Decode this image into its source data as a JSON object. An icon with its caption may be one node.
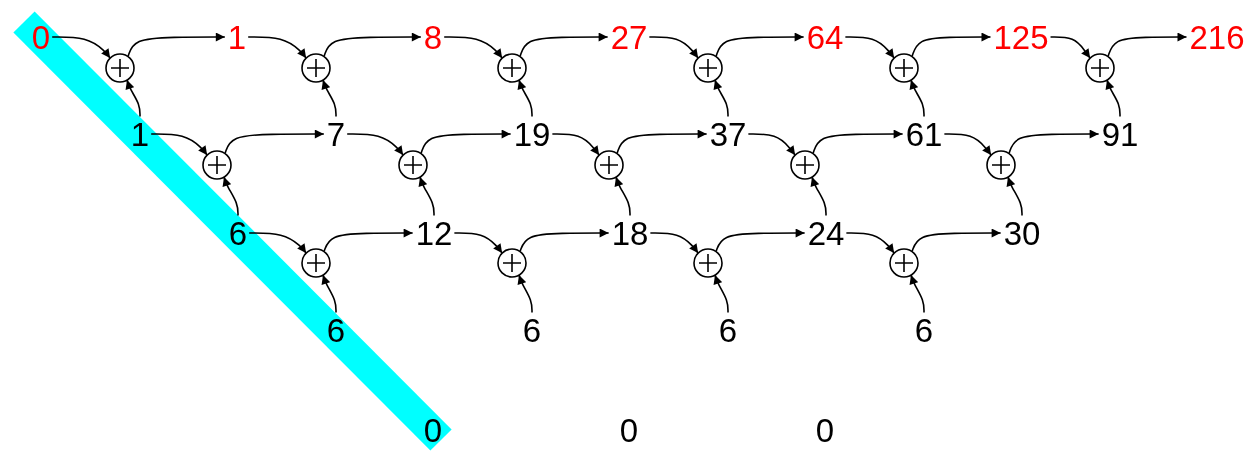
{
  "diagram": {
    "nodes": [
      {
        "text": [
          "0"
        ]
      },
      {
        "text": [
          "1"
        ]
      },
      {
        "text": [
          "8"
        ]
      },
      {
        "text": [
          "27"
        ]
      },
      {
        "text": [
          "64"
        ]
      },
      {
        "text": [
          "125"
        ]
      },
      {
        "text": [
          "216"
        ]
      },
      {
        "text": [],
        "shape": "circle"
      },
      {
        "text": [],
        "shape": "circle"
      },
      {
        "text": [],
        "shape": "circle"
      },
      {
        "text": [],
        "shape": "circle"
      },
      {
        "text": [],
        "shape": "circle"
      },
      {
        "text": [],
        "shape": "circle"
      },
      {
        "text": [
          "1"
        ]
      },
      {
        "text": [
          "7"
        ]
      },
      {
        "text": [
          "19"
        ]
      },
      {
        "text": [
          "37"
        ]
      },
      {
        "text": [
          "61"
        ]
      },
      {
        "text": [
          "91"
        ]
      },
      {
        "text": [],
        "shape": "circle"
      },
      {
        "text": [],
        "shape": "circle"
      },
      {
        "text": [],
        "shape": "circle"
      },
      {
        "text": [],
        "shape": "circle"
      },
      {
        "text": [],
        "shape": "circle"
      },
      {
        "text": [
          "6"
        ]
      },
      {
        "text": [
          "12"
        ]
      },
      {
        "text": [
          "18"
        ]
      },
      {
        "text": [
          "24"
        ]
      },
      {
        "text": [
          "30"
        ]
      },
      {
        "text": [],
        "shape": "circle"
      },
      {
        "text": [],
        "shape": "circle"
      },
      {
        "text": [],
        "shape": "circle"
      },
      {
        "text": [],
        "shape": "circle"
      },
      {
        "text": [
          "6"
        ]
      },
      {
        "text": [
          "6"
        ]
      },
      {
        "text": [
          "6"
        ]
      },
      {
        "text": [
          "6"
        ]
      },
      {
        "text": [
          "0"
        ]
      },
      {
        "text": [
          "0"
        ]
      },
      {
        "text": [
          "0"
        ]
      }
    ],
    "edges": [
      {
        "from": 0,
        "to": 7,
        "arrow": "to"
      },
      {
        "from": 7,
        "to": 1,
        "arrow": "to"
      },
      {
        "from": 13,
        "to": 7,
        "arrow": "to"
      },
      {
        "from": 1,
        "to": 8,
        "arrow": "to"
      },
      {
        "from": 8,
        "to": 2,
        "arrow": "to"
      },
      {
        "from": 14,
        "to": 8,
        "arrow": "to"
      },
      {
        "from": 2,
        "to": 9,
        "arrow": "to"
      },
      {
        "from": 9,
        "to": 3,
        "arrow": "to"
      },
      {
        "from": 15,
        "to": 9,
        "arrow": "to"
      },
      {
        "from": 3,
        "to": 10,
        "arrow": "to"
      },
      {
        "from": 10,
        "to": 4,
        "arrow": "to"
      },
      {
        "from": 16,
        "to": 10,
        "arrow": "to"
      },
      {
        "from": 4,
        "to": 11,
        "arrow": "to"
      },
      {
        "from": 11,
        "to": 5,
        "arrow": "to"
      },
      {
        "from": 17,
        "to": 11,
        "arrow": "to"
      },
      {
        "from": 5,
        "to": 12,
        "arrow": "to"
      },
      {
        "from": 12,
        "to": 6,
        "arrow": "to"
      },
      {
        "from": 18,
        "to": 12,
        "arrow": "to"
      },
      {
        "from": 13,
        "to": 19,
        "arrow": "to"
      },
      {
        "from": 19,
        "to": 14,
        "arrow": "to"
      },
      {
        "from": 24,
        "to": 19,
        "arrow": "to"
      },
      {
        "from": 14,
        "to": 20,
        "arrow": "to"
      },
      {
        "from": 20,
        "to": 15,
        "arrow": "to"
      },
      {
        "from": 25,
        "to": 20,
        "arrow": "to"
      },
      {
        "from": 15,
        "to": 21,
        "arrow": "to"
      },
      {
        "from": 21,
        "to": 16,
        "arrow": "to"
      },
      {
        "from": 26,
        "to": 21,
        "arrow": "to"
      },
      {
        "from": 16,
        "to": 22,
        "arrow": "to"
      },
      {
        "from": 22,
        "to": 17,
        "arrow": "to"
      },
      {
        "from": 27,
        "to": 22,
        "arrow": "to"
      },
      {
        "from": 17,
        "to": 23,
        "arrow": "to"
      },
      {
        "from": 23,
        "to": 18,
        "arrow": "to"
      },
      {
        "from": 28,
        "to": 23,
        "arrow": "to"
      },
      {
        "from": 24,
        "to": 29,
        "arrow": "to"
      },
      {
        "from": 29,
        "to": 25,
        "arrow": "to"
      },
      {
        "from": 33,
        "to": 29,
        "arrow": "to"
      },
      {
        "from": 25,
        "to": 30,
        "arrow": "to"
      },
      {
        "from": 30,
        "to": 26,
        "arrow": "to"
      },
      {
        "from": 34,
        "to": 30,
        "arrow": "to"
      },
      {
        "from": 26,
        "to": 31,
        "arrow": "to"
      },
      {
        "from": 31,
        "to": 27,
        "arrow": "to"
      },
      {
        "from": 35,
        "to": 31,
        "arrow": "to"
      },
      {
        "from": 27,
        "to": 32,
        "arrow": "to"
      },
      {
        "from": 32,
        "to": 28,
        "arrow": "to"
      },
      {
        "from": 36,
        "to": 32,
        "arrow": "to"
      }
    ]
  }
}
